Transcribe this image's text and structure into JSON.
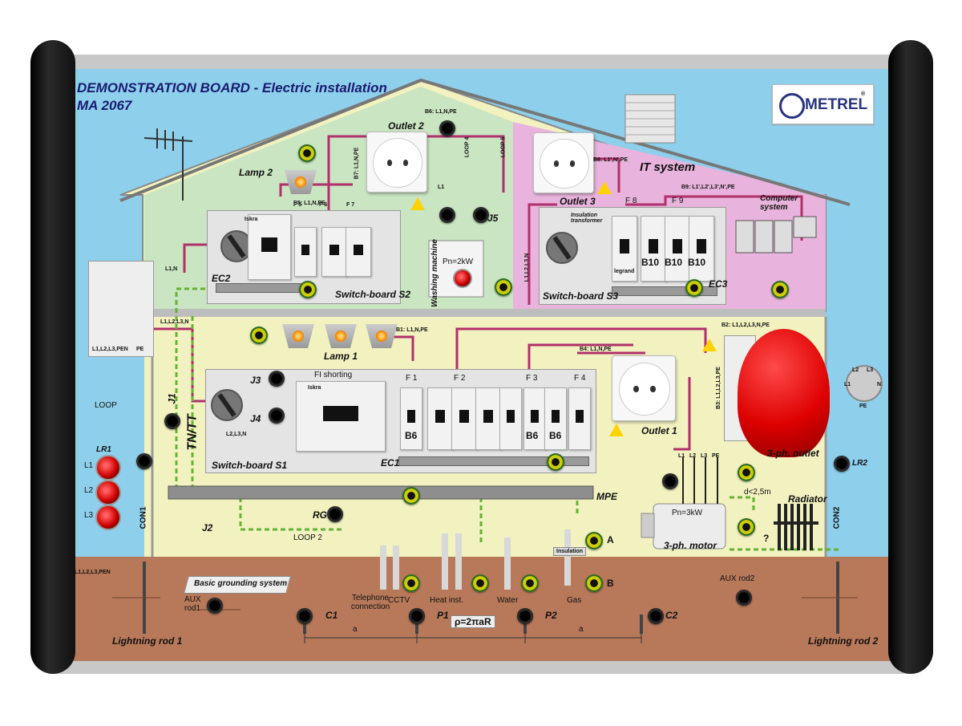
{
  "colors": {
    "sky": "#8ed0ec",
    "ground": "#b8795a",
    "roof_room": "#c9e5c1",
    "it_room": "#e8b3dc",
    "ground_floor": "#f2f2c0",
    "wire": "#b0306a",
    "frame": "#c0c0c0",
    "handle": "#111111",
    "accent_logo": "#2a3380"
  },
  "header": {
    "title_line1": "DEMONSTRATION BOARD  -  Electric installation",
    "title_line2": "MA 2067",
    "logo_text": "METREL",
    "logo_mark": "®"
  },
  "labels": {
    "it_system": "IT system",
    "computer_system": "Computer system",
    "lamp2": "Lamp 2",
    "lamp1": "Lamp 1",
    "outlet1": "Outlet 1",
    "outlet2": "Outlet 2",
    "outlet3": "Outlet 3",
    "switchboard_s1": "Switch-board S1",
    "switchboard_s2": "Switch-board S2",
    "switchboard_s3": "Switch-board S3",
    "ec1": "EC1",
    "ec2": "EC2",
    "ec3": "EC3",
    "mpe": "MPE",
    "washing_machine": "Washing machine",
    "pn_2kw": "Pn=2kW",
    "pn_3kw": "Pn=3kW",
    "three_ph_motor": "3-ph. motor",
    "three_ph_outlet": "3-ph. outlet",
    "radiator": "Radiator",
    "distance": "d<2,5m",
    "question": "?",
    "insulation_transformer": "Insulation transformer",
    "fi_shorting": "FI shorting",
    "tn_tt": "TN/TT",
    "loop": "LOOP",
    "loop2": "LOOP 2",
    "loop4": "LOOP 4",
    "loop5": "LOOP 5",
    "loop1_mark": "L1",
    "j1": "J1",
    "j2": "J2",
    "j3": "J3",
    "j4": "J4",
    "j5": "J5",
    "lr1": "LR1",
    "lr2": "LR2",
    "l1": "L1",
    "l2": "L2",
    "l3": "L3",
    "con1": "CON1",
    "con2": "CON2",
    "rg": "RG",
    "a": "A",
    "b": "B",
    "insulation": "Insulation",
    "basic_grounding": "Basic grounding system",
    "aux_rod1": "AUX rod1",
    "aux_rod2": "AUX rod2",
    "lightning_rod1": "Lightning rod 1",
    "lightning_rod2": "Lightning rod 2",
    "c1": "C1",
    "c2": "C2",
    "p1": "P1",
    "p2": "P2",
    "rho_formula": "ρ=2πaR",
    "a_dist1": "a",
    "a_dist2": "a",
    "telephone": "Telephone connection",
    "cctv": "CCTV",
    "heat": "Heat inst.",
    "water": "Water",
    "gas": "Gas",
    "pe": "PE",
    "pen_small": "L1,L2,L3,PEN",
    "pen_small2": "L1,L2,L3,PEN",
    "l1n": "L1,N",
    "l1l2l3n": "L1,L2,L3,N",
    "l2l3n": "L2,L3,N",
    "l1l2l3n_vert": "L1,L2,L3,N",
    "b1": "B1: L1,N,PE",
    "b2": "B2: L1,L2,L3,N,PE",
    "b3": "B3: L1,L2,L3,PE",
    "b4": "B4: L1,N,PE",
    "b5": "B5: L1,N,PE",
    "b6": "B6: L1,N,PE",
    "b7": "B7: L1,N,PE",
    "b8": "B8: L1',N',PE",
    "b9": "B9: L1',L2',L3',N',PE",
    "f1": "F 1",
    "f2": "F 2",
    "f3": "F 3",
    "f4": "F 4",
    "f5": "F 5",
    "f6": "F 6",
    "f7": "F 7",
    "f8": "F 8",
    "f9": "F 9",
    "b6_a": "B6",
    "b6_b": "B6",
    "b6_c": "B6",
    "b10_a": "B10",
    "b10_b": "B10",
    "b10_c": "B10",
    "motor_l1": "L1",
    "motor_l2": "L2",
    "motor_l3": "L3",
    "motor_pe": "PE",
    "con_l1": "L1",
    "con_l2": "L2",
    "con_l3": "L3",
    "con_n": "N",
    "con_pe": "PE",
    "iskra": "Iskra",
    "legrand": "legrand"
  }
}
